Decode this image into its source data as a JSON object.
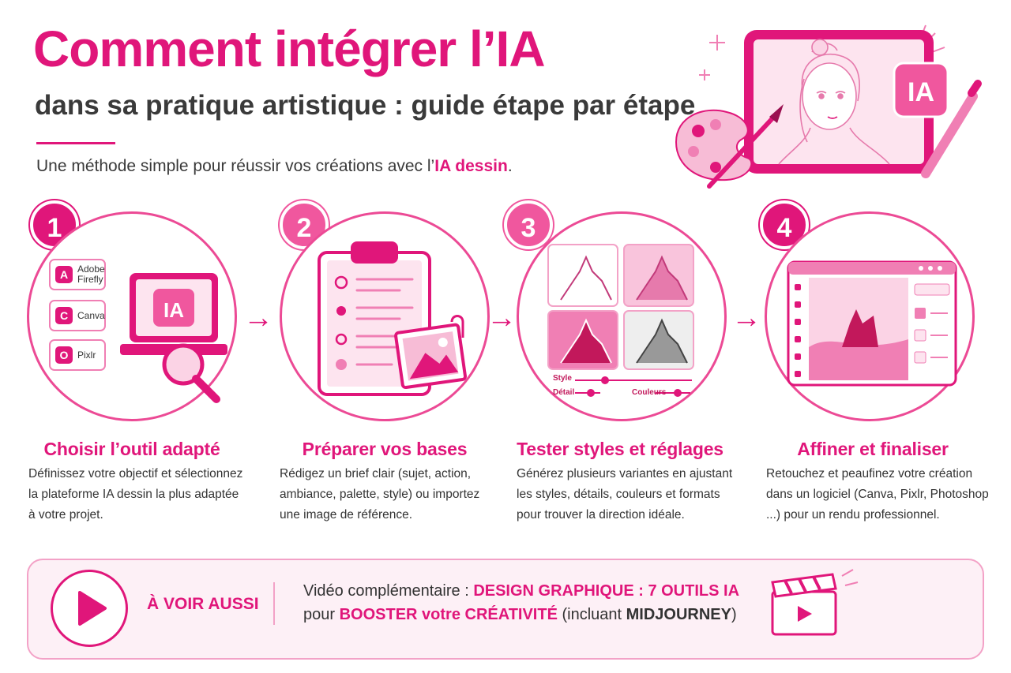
{
  "header": {
    "title": "Comment intégrer l’IA",
    "subtitle": "dans sa pratique artistique : guide étape par étape",
    "intro_prefix": "Une méthode simple pour réussir vos créations avec l’",
    "intro_highlight": "IA dessin",
    "intro_suffix": ".",
    "hero_badge": "IA"
  },
  "steps": [
    {
      "number": "1",
      "title": "Choisir l’outil adapté",
      "description": "Définissez votre objectif et sélectionnez la plateforme IA dessin la plus adaptée à votre projet."
    },
    {
      "number": "2",
      "title": "Préparer vos bases",
      "description": "Rédigez un brief clair (sujet, action, ambiance, palette, style) ou importez une image de référence."
    },
    {
      "number": "3",
      "title": "Tester styles et réglages",
      "description": "Générez plusieurs variantes en ajustant les styles, détails, couleurs et formats pour trouver la direction idéale."
    },
    {
      "number": "4",
      "title": "Affiner et finaliser",
      "description": "Retouchez et peaufinez votre création dans un logiciel (Canva, Pixlr, Photoshop ...) pour un rendu professionnel."
    }
  ],
  "step1_tools": [
    {
      "name": "Adobe Firefly",
      "line1": "Adobe",
      "line2": "Firefly",
      "glyph": "A"
    },
    {
      "name": "Canva",
      "line1": "Canva",
      "line2": "",
      "glyph": "C"
    },
    {
      "name": "Pixlr",
      "line1": "Pixlr",
      "line2": "",
      "glyph": "O"
    }
  ],
  "step1_screen_label": "IA",
  "step3_sliders": {
    "style": "Style",
    "detail": "Détail",
    "colors": "Couleurs"
  },
  "banner": {
    "see_also": "À VOIR AUSSI",
    "line1_prefix": "Vidéo complémentaire : ",
    "line1_highlight": "DESIGN GRAPHIQUE : 7 OUTILS IA",
    "line2_prefix": "pour ",
    "line2_highlight": "BOOSTER votre CRÉATIVITÉ",
    "line2_mid": " (incluant ",
    "line2_strong": "MIDJOURNEY",
    "line2_suffix": ")"
  },
  "colors": {
    "accent": "#e0167a",
    "accent_light": "#f0579e",
    "pale": "#fde4ef"
  }
}
